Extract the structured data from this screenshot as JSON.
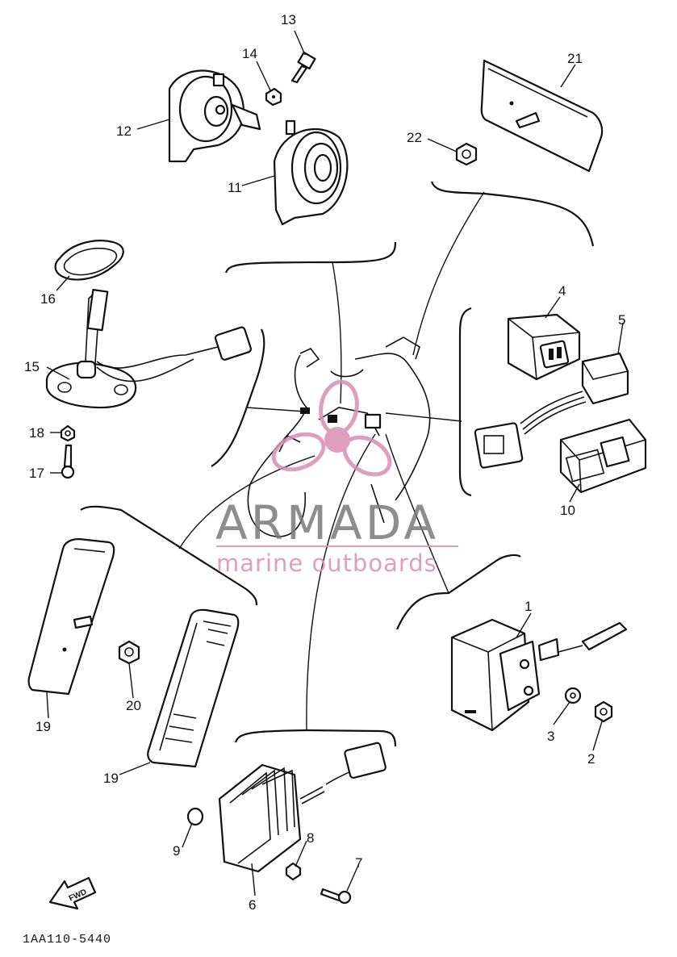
{
  "diagram": {
    "drawing_code": "1AA110-5440",
    "direction_marker": "FWD",
    "part_labels": [
      {
        "id": "p1",
        "text": "1"
      },
      {
        "id": "p2",
        "text": "2"
      },
      {
        "id": "p3",
        "text": "3"
      },
      {
        "id": "p4",
        "text": "4"
      },
      {
        "id": "p5",
        "text": "5"
      },
      {
        "id": "p6",
        "text": "6"
      },
      {
        "id": "p7",
        "text": "7"
      },
      {
        "id": "p8",
        "text": "8"
      },
      {
        "id": "p9",
        "text": "9"
      },
      {
        "id": "p10",
        "text": "10"
      },
      {
        "id": "p11",
        "text": "11"
      },
      {
        "id": "p12",
        "text": "12"
      },
      {
        "id": "p13",
        "text": "13"
      },
      {
        "id": "p14",
        "text": "14"
      },
      {
        "id": "p15",
        "text": "15"
      },
      {
        "id": "p16",
        "text": "16"
      },
      {
        "id": "p17",
        "text": "17"
      },
      {
        "id": "p18",
        "text": "18"
      },
      {
        "id": "p19a",
        "text": "19"
      },
      {
        "id": "p19b",
        "text": "19"
      },
      {
        "id": "p20",
        "text": "20"
      },
      {
        "id": "p21",
        "text": "21"
      },
      {
        "id": "p22",
        "text": "22"
      }
    ]
  },
  "watermark": {
    "brand": "ARMADA",
    "tagline": "marine outboards",
    "color_primary": "#7a7a7a",
    "color_accent": "#d98fb3"
  }
}
